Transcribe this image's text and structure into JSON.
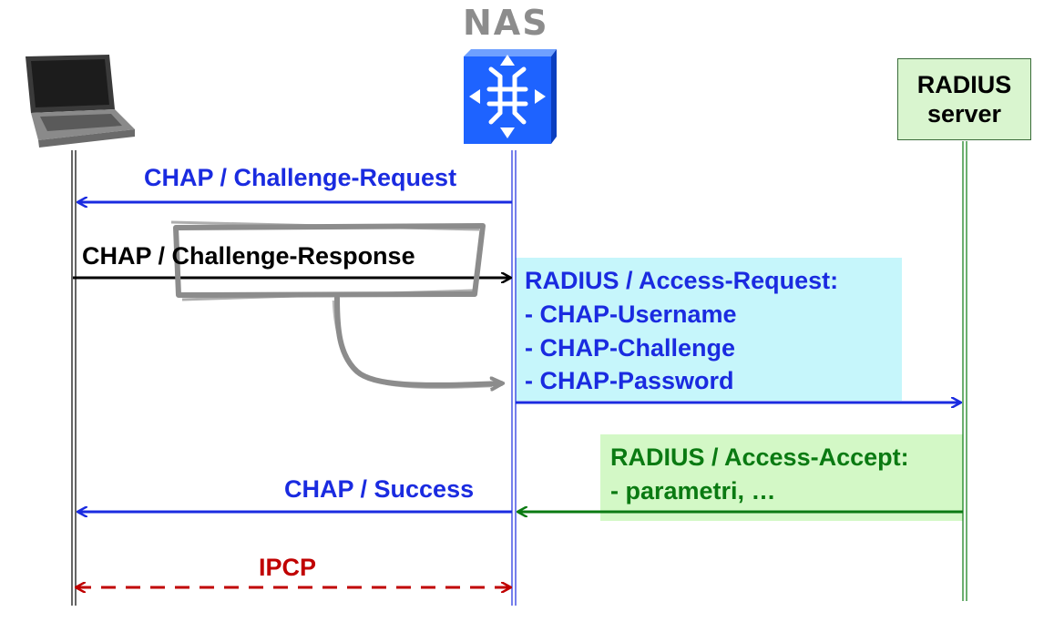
{
  "nodes": {
    "nas_label": "NAS",
    "radius_line1": "RADIUS",
    "radius_line2": "server"
  },
  "messages": {
    "challenge_request": "CHAP / Challenge-Request",
    "challenge_response": "CHAP / Challenge-Response",
    "access_request": {
      "title": "RADIUS / Access-Request:",
      "items": [
        "- CHAP-Username",
        "- CHAP-Challenge",
        "- CHAP-Password"
      ]
    },
    "access_accept": {
      "title": "RADIUS / Access-Accept:",
      "items": [
        "- parametri, …"
      ]
    },
    "success": "CHAP / Success",
    "ipcp": "IPCP"
  },
  "colors": {
    "blue": "#1a2be0",
    "green": "#0a7a12",
    "red": "#c00000",
    "gray_highlight": "#8c8c8c",
    "request_box_bg": "#c6f6fb",
    "accept_box_bg": "#d3f8c6",
    "radius_box_bg": "#d9f5cf",
    "router_blue": "#1e63ff"
  },
  "icons": [
    "laptop-icon",
    "router-icon"
  ]
}
